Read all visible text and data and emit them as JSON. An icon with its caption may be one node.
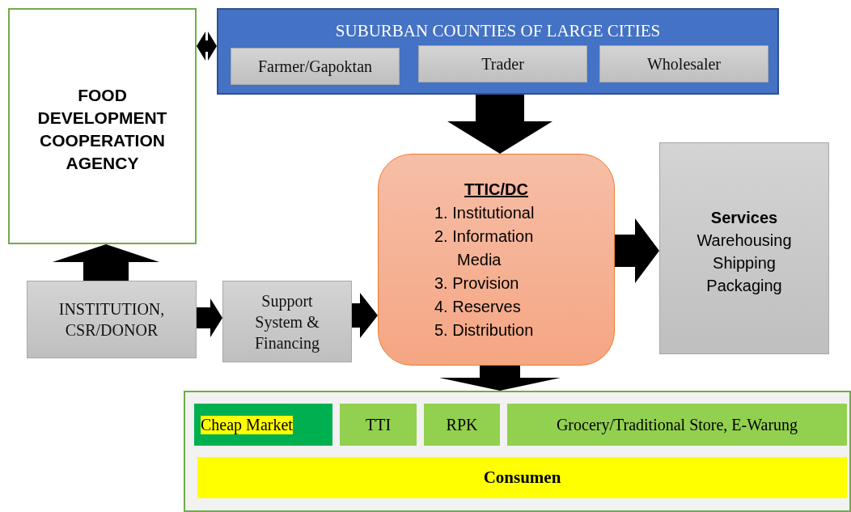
{
  "diagram": {
    "nodes": [
      {
        "text": [
          "FOOD DEVELOPMENT COOPERATION AGENCY"
        ]
      },
      {
        "text": [
          "SUBURBAN COUNTIES OF LARGE CITIES"
        ]
      },
      {
        "text": [
          "Farmer/Gapoktan"
        ],
        "in": 1
      },
      {
        "text": [
          "Trader"
        ],
        "in": 1
      },
      {
        "text": [
          "Wholesaler"
        ],
        "in": 1
      },
      {
        "text": [
          "TTIC/DC",
          "1. Institutional",
          "2. Information Media",
          "3. Provision",
          "4. Reserves",
          "5. Distribution"
        ]
      },
      {
        "text": [
          "Services",
          "Warehousing",
          "Shipping",
          "Packaging"
        ]
      },
      {
        "text": [
          "INSTITUTION, CSR/DONOR"
        ]
      },
      {
        "text": [
          "Support System & Financing"
        ]
      },
      {
        "text": [],
        "shape": "box"
      },
      {
        "text": [
          "Cheap Market"
        ],
        "in": 9
      },
      {
        "text": [
          "TTI"
        ],
        "in": 9
      },
      {
        "text": [
          "RPK"
        ],
        "in": 9
      },
      {
        "text": [
          "Grocery/Traditional Store, E-Warung"
        ],
        "in": 9
      },
      {
        "text": [
          "Consumen"
        ],
        "in": 9
      }
    ],
    "edges": [
      {
        "from": 0,
        "to": 1,
        "arrow": "both"
      },
      {
        "from": 1,
        "to": 5,
        "arrow": "to"
      },
      {
        "from": 7,
        "to": 0,
        "arrow": "to"
      },
      {
        "from": 7,
        "to": 8,
        "arrow": "to"
      },
      {
        "from": 8,
        "to": 5,
        "arrow": "to"
      },
      {
        "from": 5,
        "to": 6,
        "arrow": "to"
      },
      {
        "from": 5,
        "to": 9,
        "arrow": "to"
      }
    ]
  }
}
